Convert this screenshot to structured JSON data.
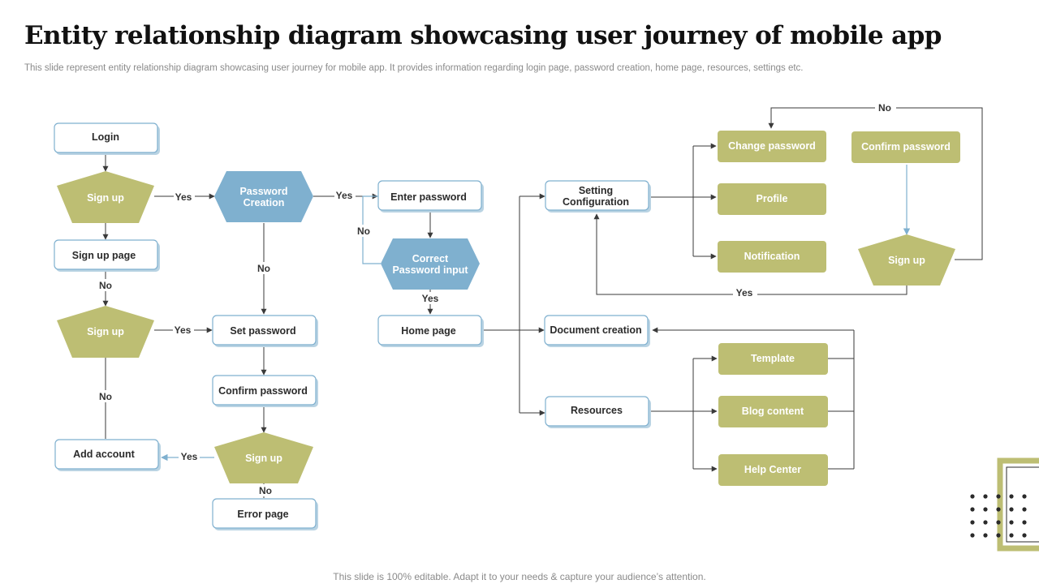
{
  "header": {
    "title": "Entity relationship diagram showcasing user journey of mobile app",
    "subtitle": "This slide represent entity relationship diagram showcasing user journey for mobile app. It provides information regarding login page, password creation, home page, resources, settings etc."
  },
  "footer": "This slide is 100% editable. Adapt it to your needs & capture your audience’s attention.",
  "nodes": {
    "login": "Login",
    "signup1": "Sign up",
    "signup_page": "Sign up page",
    "signup2": "Sign up",
    "add_account": "Add account",
    "password_creation": [
      "Password",
      "Creation"
    ],
    "set_password": "Set password",
    "confirm_password": "Confirm password",
    "signup3": "Sign up",
    "error_page": "Error page",
    "enter_password": "Enter password",
    "correct_password_input": [
      "Correct",
      "Password input"
    ],
    "home_page": "Home page",
    "setting_configuration": [
      "Setting",
      "Configuration"
    ],
    "document_creation": "Document creation",
    "resources": "Resources",
    "change_password": "Change password",
    "profile": "Profile",
    "notification": "Notification",
    "confirm_password_2": "Confirm password",
    "signup4": "Sign up",
    "template": "Template",
    "blog_content": "Blog content",
    "help_center": "Help Center"
  },
  "edge_labels": {
    "signup1_to_password": "Yes",
    "signup_page_to_signup2": "No",
    "signup2_to_set_password": "Yes",
    "signup2_to_add_account": "No",
    "password_creation_to_set_password": "No",
    "password_creation_to_enter_password": "Yes",
    "signup3_to_add_account": "Yes",
    "signup3_to_error_page": "No",
    "enter_password_loop": "No",
    "correct_to_home": "Yes",
    "signup4_to_setting": "Yes",
    "signup4_to_change_password": "No"
  },
  "colors": {
    "olive": "#bdbe73",
    "blue": "#7fb0cf",
    "box_border": "#7fb0cf",
    "line": "#3a3a3a"
  }
}
